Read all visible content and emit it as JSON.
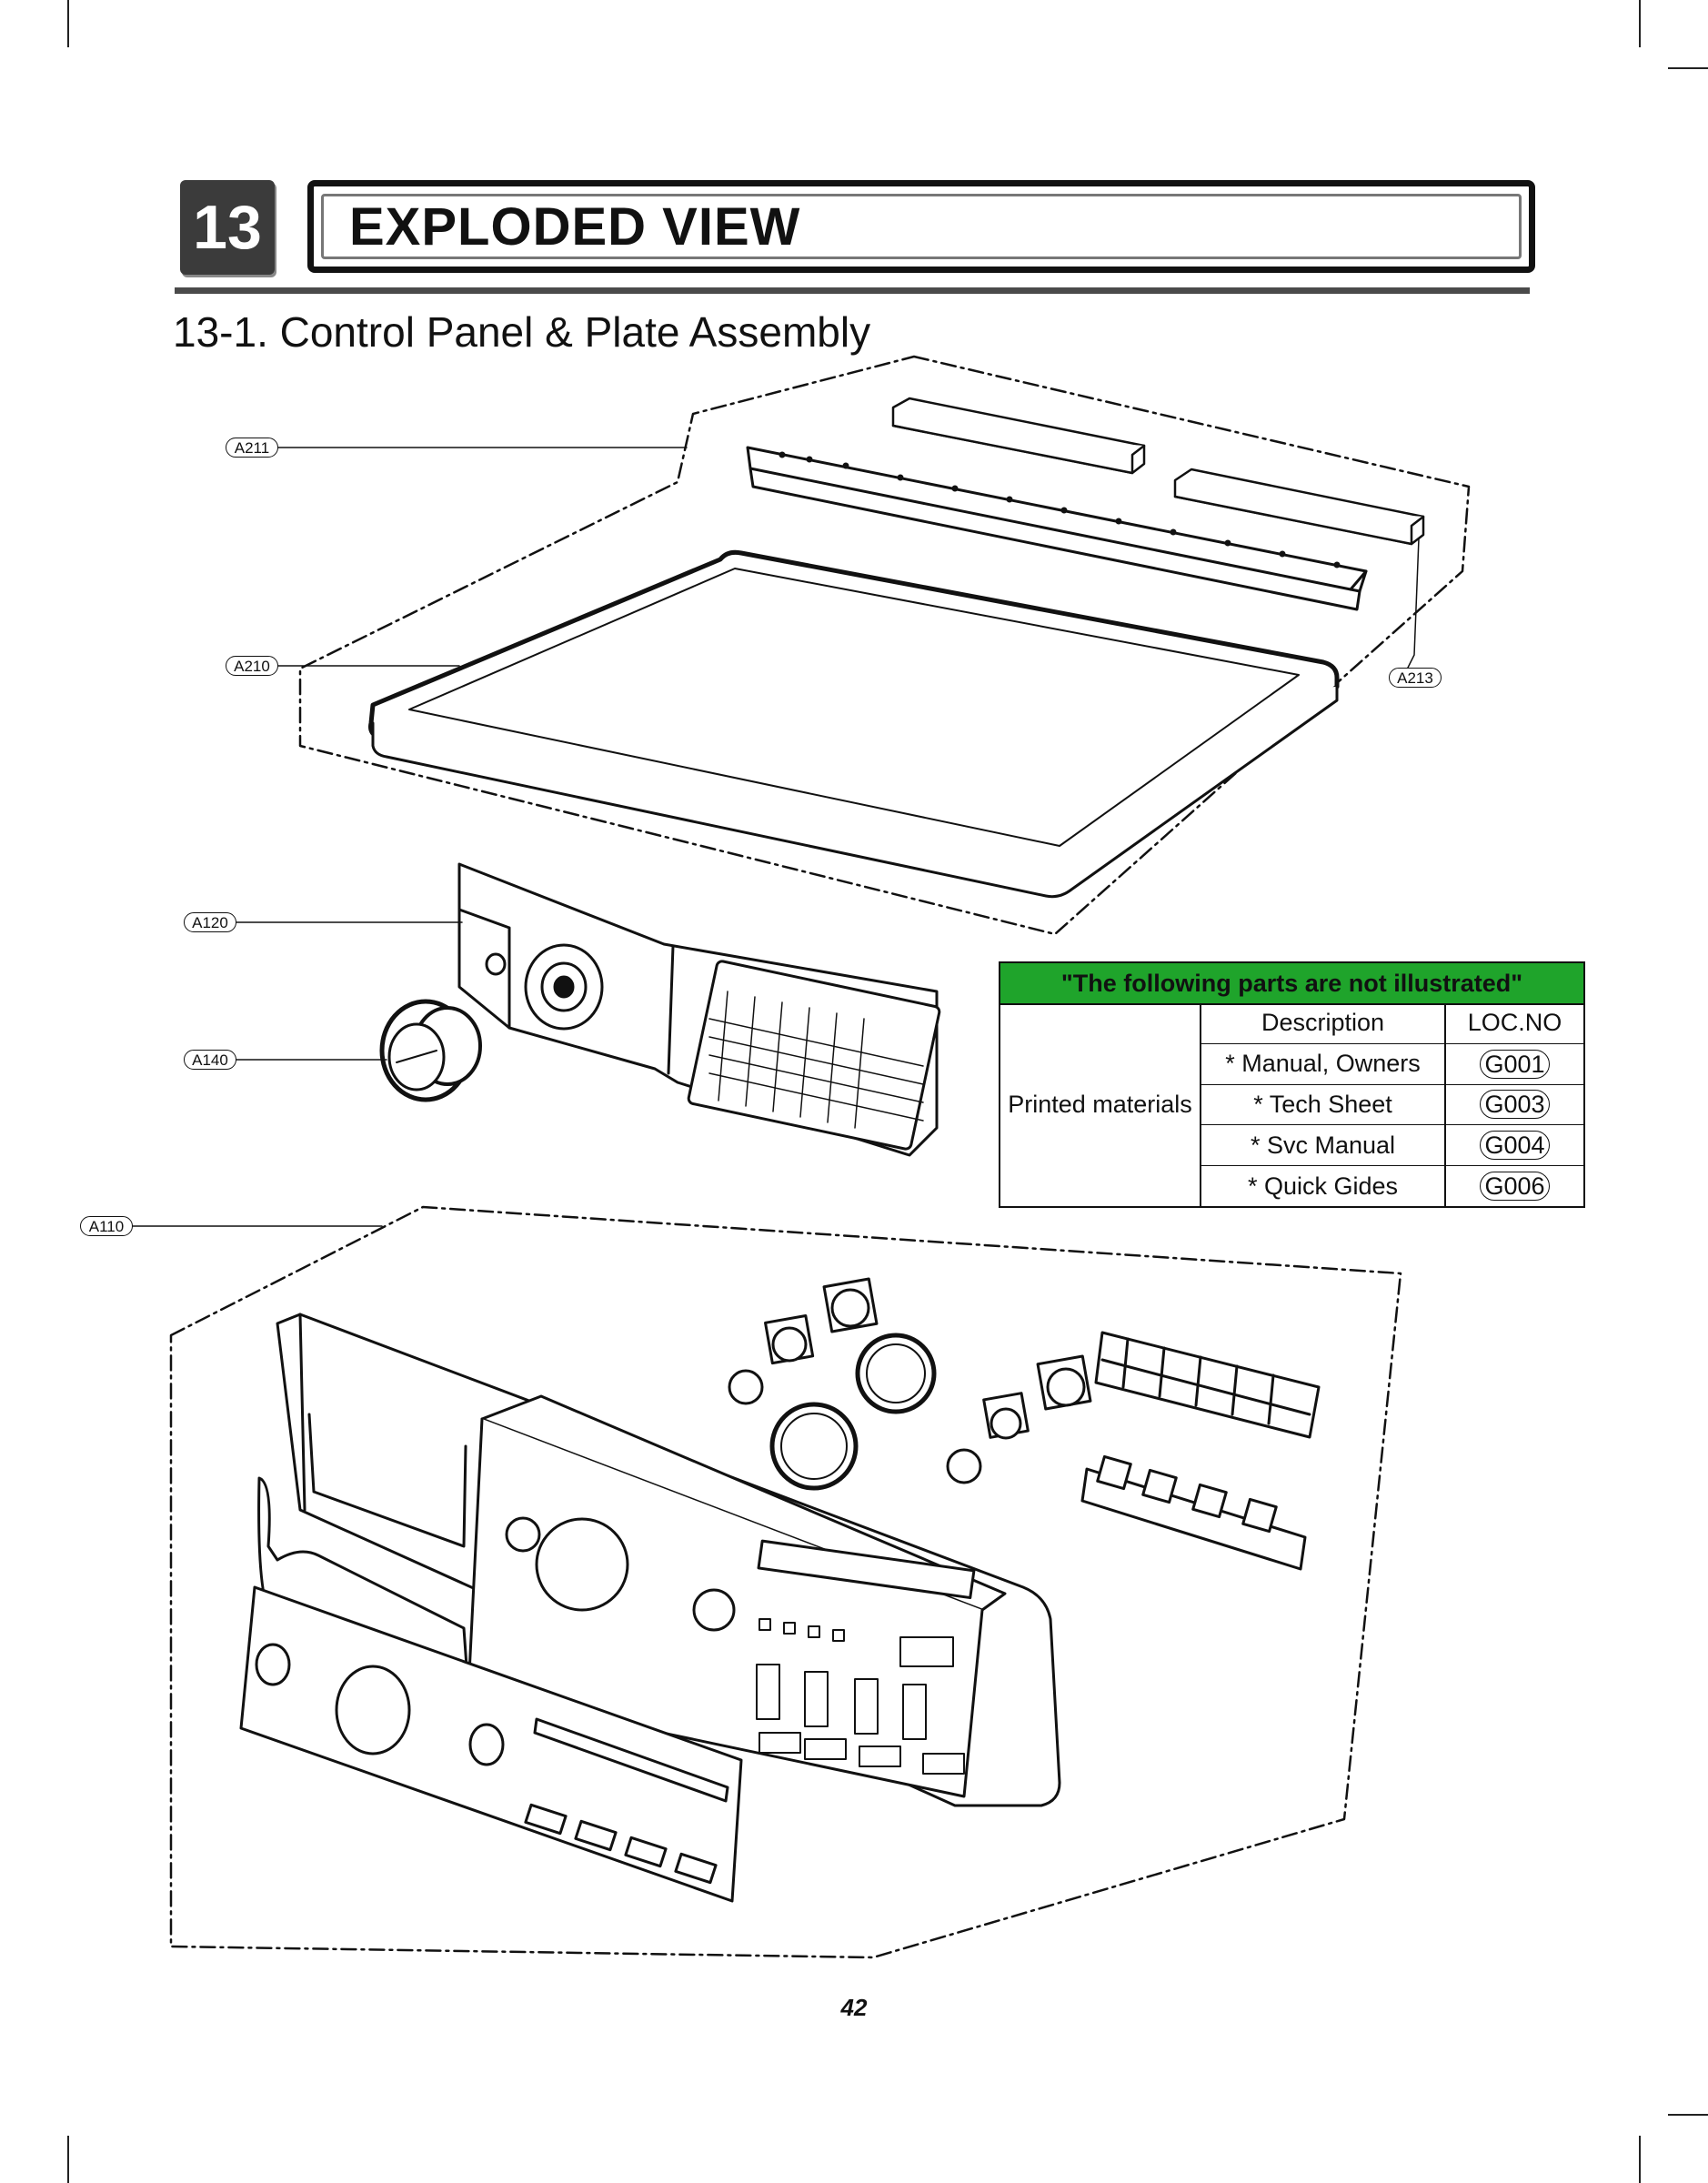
{
  "header": {
    "chapter_number": "13",
    "chapter_title": "EXPLODED VIEW",
    "section_title": "13-1. Control Panel & Plate Assembly"
  },
  "callouts": {
    "a211": "A211",
    "a210": "A210",
    "a213": "A213",
    "a120": "A120",
    "a140": "A140",
    "a110": "A110"
  },
  "parts_table": {
    "heading": "\"The following parts are not illustrated\"",
    "group": "Printed materials",
    "col_description": "Description",
    "col_loc": "LOC.NO",
    "rows": [
      {
        "description": "* Manual, Owners",
        "loc": "G001"
      },
      {
        "description": "* Tech Sheet",
        "loc": "G003"
      },
      {
        "description": "* Svc Manual",
        "loc": "G004"
      },
      {
        "description": "* Quick Gides",
        "loc": "G006"
      }
    ],
    "heading_color": "#1fa42b"
  },
  "page_number": "42"
}
